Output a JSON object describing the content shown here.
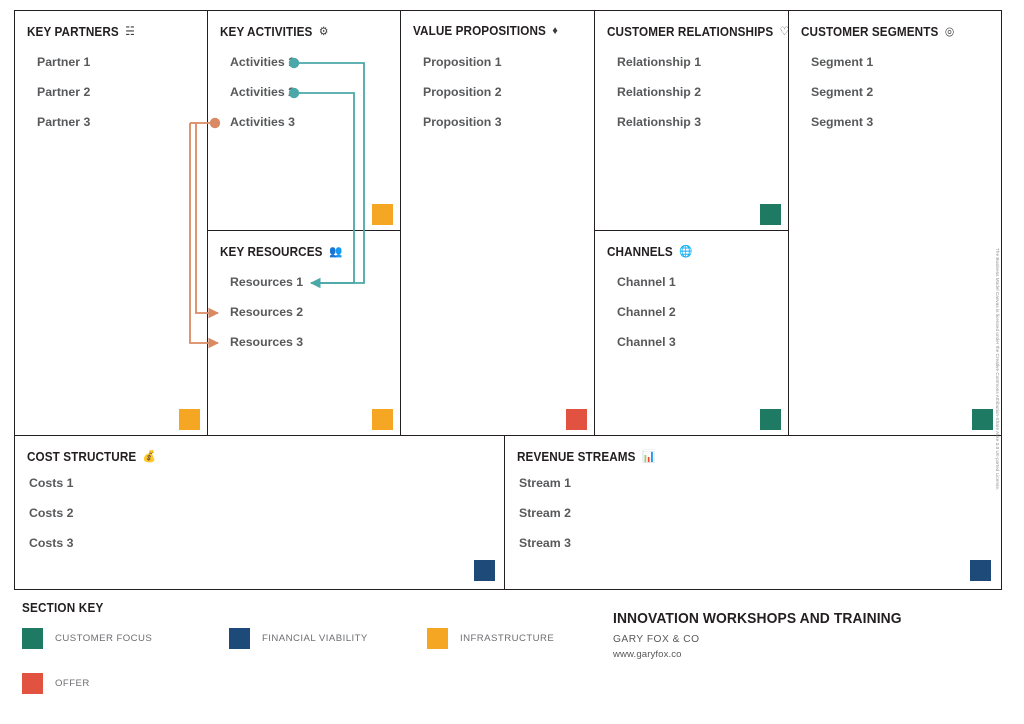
{
  "canvas": {
    "blocks": [
      {
        "key": "key_partners",
        "title": "KEY PARTNERS",
        "icon": "handshake-icon",
        "icon_glyph": "ᾑD",
        "items": [
          "Partner 1",
          "Partner 2",
          "Partner 3"
        ],
        "chip_color": "#F5A623",
        "chip_category": "INFRASTRUCTURE"
      },
      {
        "key": "key_activities",
        "title": "KEY ACTIVITIES",
        "icon": "gears-icon",
        "items": [
          "Activities 1",
          "Activities 2",
          "Activities 3"
        ],
        "chip_color": "#F5A623",
        "chip_category": "INFRASTRUCTURE"
      },
      {
        "key": "key_resources",
        "title": "KEY RESOURCES",
        "icon": "people-group-icon",
        "items": [
          "Resources 1",
          "Resources 2",
          "Resources 3"
        ],
        "chip_color": "#F5A623",
        "chip_category": "INFRASTRUCTURE"
      },
      {
        "key": "value_propositions",
        "title": "VALUE PROPOSITIONS",
        "icon": "diamond-icon",
        "items": [
          "Proposition 1",
          "Proposition 2",
          "Proposition 3"
        ],
        "chip_color": "#E15241",
        "chip_category": "OFFER"
      },
      {
        "key": "customer_relationships",
        "title": "CUSTOMER RELATIONSHIPS",
        "icon": "heart-icon",
        "items": [
          "Relationship 1",
          "Relationship 2",
          "Relationship 3"
        ],
        "chip_color": "#1F7A63",
        "chip_category": "CUSTOMER FOCUS"
      },
      {
        "key": "channels",
        "title": "CHANNELS",
        "icon": "globe-icon",
        "items": [
          "Channel 1",
          "Channel 2",
          "Channel 3"
        ],
        "chip_color": "#1F7A63",
        "chip_category": "CUSTOMER FOCUS"
      },
      {
        "key": "customer_segments",
        "title": "CUSTOMER SEGMENTS",
        "icon": "target-icon",
        "items": [
          "Segment 1",
          "Segment 2",
          "Segment 3"
        ],
        "chip_color": "#1F7A63",
        "chip_category": "CUSTOMER FOCUS"
      },
      {
        "key": "cost_structure",
        "title": "COST STRUCTURE",
        "icon": "money-bag-icon",
        "items": [
          "Costs 1",
          "Costs 2",
          "Costs 3"
        ],
        "chip_color": "#1D4A78",
        "chip_category": "FINANCIAL VIABILITY"
      },
      {
        "key": "revenue_streams",
        "title": "REVENUE STREAMS",
        "icon": "bar-chart-icon",
        "items": [
          "Stream 1",
          "Stream 2",
          "Stream 3"
        ],
        "chip_color": "#1D4A78",
        "chip_category": "FINANCIAL VIABILITY"
      }
    ]
  },
  "section_key": {
    "title": "SECTION KEY",
    "entries": [
      {
        "label": "CUSTOMER FOCUS",
        "color": "#1F7A63"
      },
      {
        "label": "FINANCIAL VIABILITY",
        "color": "#1D4A78"
      },
      {
        "label": "INFRASTRUCTURE",
        "color": "#F5A623"
      },
      {
        "label": "OFFER",
        "color": "#E15241"
      }
    ]
  },
  "branding": {
    "title": "INNOVATION WORKSHOPS AND TRAINING",
    "company": "GARY FOX & CO",
    "url": "www.garyfox.co"
  },
  "licence": {
    "text": "The Business Model Canvas is licensed under the Creative Commons Attribution-Share Alike 3.0 Un-ported License."
  },
  "connectors": {
    "teal_color": "#4BA8A8",
    "orange_color": "#D98A62",
    "links": [
      {
        "from": "Activities 1",
        "to": "Resources 1",
        "color": "teal"
      },
      {
        "from": "Activities 2",
        "to": "Resources 1",
        "color": "teal"
      },
      {
        "from": "Activities 3",
        "to": "Resources 2",
        "color": "orange"
      },
      {
        "from": "Activities 3",
        "to": "Resources 3",
        "color": "orange"
      }
    ]
  }
}
